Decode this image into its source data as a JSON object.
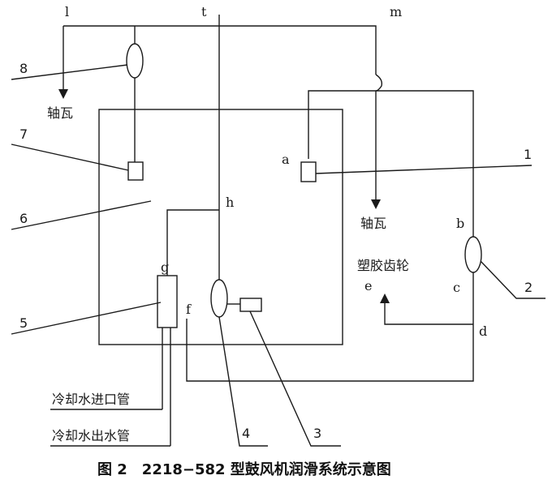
{
  "caption": "图 2　2218−582 型鼓风机润滑系统示意图",
  "letters": {
    "l": "l",
    "t": "t",
    "m": "m",
    "a": "a",
    "b": "b",
    "c": "c",
    "d": "d",
    "e": "e",
    "f": "f",
    "g": "g",
    "h": "h"
  },
  "numbers": {
    "n1": "1",
    "n2": "2",
    "n3": "3",
    "n4": "4",
    "n5": "5",
    "n6": "6",
    "n7": "7",
    "n8": "8"
  },
  "labels": {
    "bearing_left": "轴瓦",
    "bearing_right": "轴瓦",
    "plastic_gear": "塑胶齿轮",
    "cooling_inlet": "冷却水进口管",
    "cooling_outlet": "冷却水出水管"
  }
}
